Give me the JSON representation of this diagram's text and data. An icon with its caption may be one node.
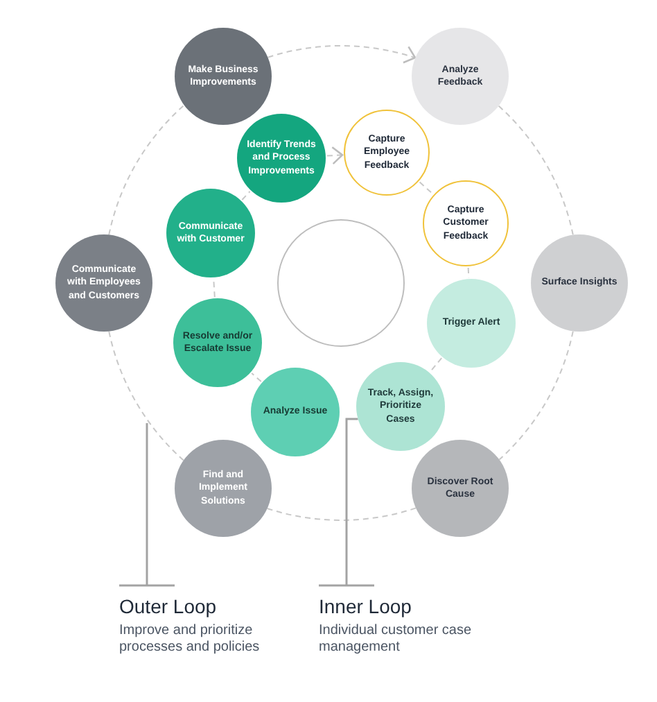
{
  "diagram": {
    "nodes": [
      {
        "text": [
          "Make Business Improvements"
        ]
      },
      {
        "text": [
          "Analyze Feedback"
        ]
      },
      {
        "text": [
          "Identify Trends and Process Improvements"
        ]
      },
      {
        "text": [
          "Capture Employee Feedback"
        ]
      },
      {
        "text": [
          "Communicate with Customer"
        ]
      },
      {
        "text": [
          "Communicate with Employees and Customers"
        ]
      },
      {
        "text": [
          "Capture Customer Feedback"
        ]
      },
      {
        "text": [
          "Surface Insights"
        ]
      },
      {
        "text": [
          "Trigger Alert"
        ]
      },
      {
        "text": [
          "Resolve and/or Escalate Issue"
        ]
      },
      {
        "text": [],
        "shape": "circle"
      },
      {
        "text": [
          "Analyze Issue"
        ]
      },
      {
        "text": [
          "Track, Assign, Prioritize Cases"
        ]
      },
      {
        "text": [
          "Find and Implement Solutions"
        ]
      },
      {
        "text": [
          "Discover Root Cause"
        ]
      },
      {
        "text": [
          "Outer Loop",
          "Improve and prioritize processes and policies"
        ]
      },
      {
        "text": [
          "Inner Loop",
          "Individual customer case management"
        ]
      }
    ],
    "edges": [
      {
        "from": 0,
        "to": 1,
        "arrow": "to",
        "style": "dashed"
      },
      {
        "from": 1,
        "to": 7,
        "arrow": "none",
        "style": "dashed"
      },
      {
        "from": 7,
        "to": 14,
        "arrow": "none",
        "style": "dashed"
      },
      {
        "from": 14,
        "to": 13,
        "arrow": "none",
        "style": "dashed"
      },
      {
        "from": 13,
        "to": 5,
        "arrow": "none",
        "style": "dashed"
      },
      {
        "from": 5,
        "to": 0,
        "arrow": "none",
        "style": "dashed"
      },
      {
        "from": 2,
        "to": 3,
        "arrow": "to",
        "style": "dashed"
      },
      {
        "from": 3,
        "to": 6,
        "arrow": "none",
        "style": "dashed"
      },
      {
        "from": 6,
        "to": 8,
        "arrow": "none",
        "style": "dashed"
      },
      {
        "from": 8,
        "to": 12,
        "arrow": "none",
        "style": "dashed"
      },
      {
        "from": 11,
        "to": 9,
        "arrow": "none",
        "style": "dashed"
      },
      {
        "from": 9,
        "to": 4,
        "arrow": "none",
        "style": "dashed"
      },
      {
        "from": 4,
        "to": 2,
        "arrow": "none",
        "style": "dashed"
      },
      {
        "from": 15,
        "to": null,
        "arrow": "none"
      },
      {
        "from": 16,
        "to": 12,
        "arrow": "none"
      }
    ]
  }
}
